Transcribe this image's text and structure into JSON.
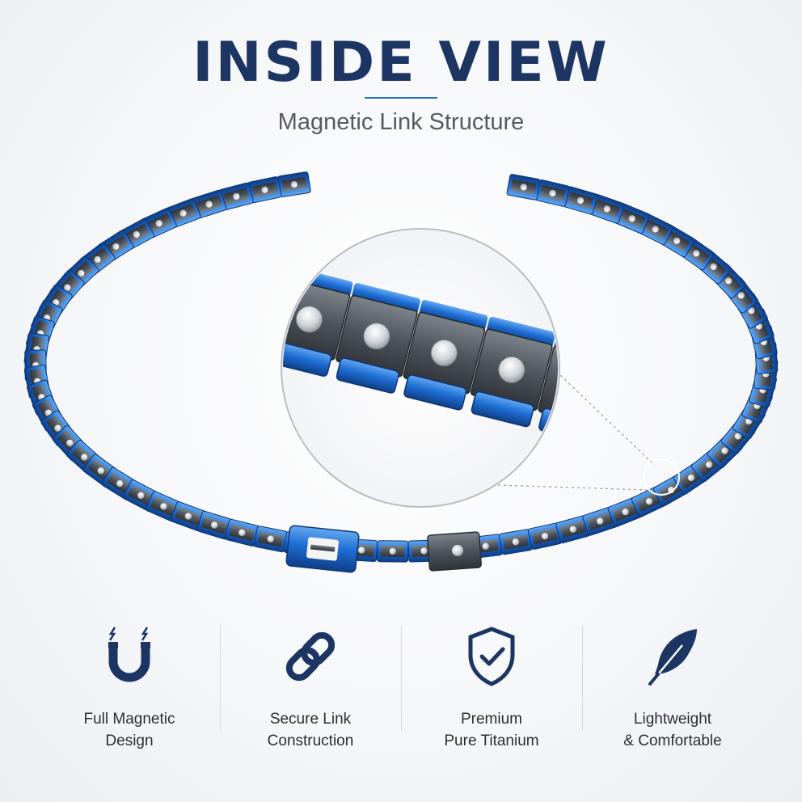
{
  "header": {
    "title": "INSIDE VIEW",
    "subtitle": "Magnetic Link Structure"
  },
  "colors": {
    "navy": "#1d3563",
    "accent_blue": "#2b6cc4",
    "titanium_gray": "#5a6066",
    "magnet_silver": "#d9dcdf"
  },
  "features": [
    {
      "icon": "magnet-icon",
      "line1": "Full Magnetic",
      "line2": "Design"
    },
    {
      "icon": "chain-link-icon",
      "line1": "Secure Link",
      "line2": "Construction"
    },
    {
      "icon": "shield-check-icon",
      "line1": "Premium",
      "line2": "Pure Titanium"
    },
    {
      "icon": "feather-icon",
      "line1": "Lightweight",
      "line2": "& Comfortable"
    }
  ]
}
